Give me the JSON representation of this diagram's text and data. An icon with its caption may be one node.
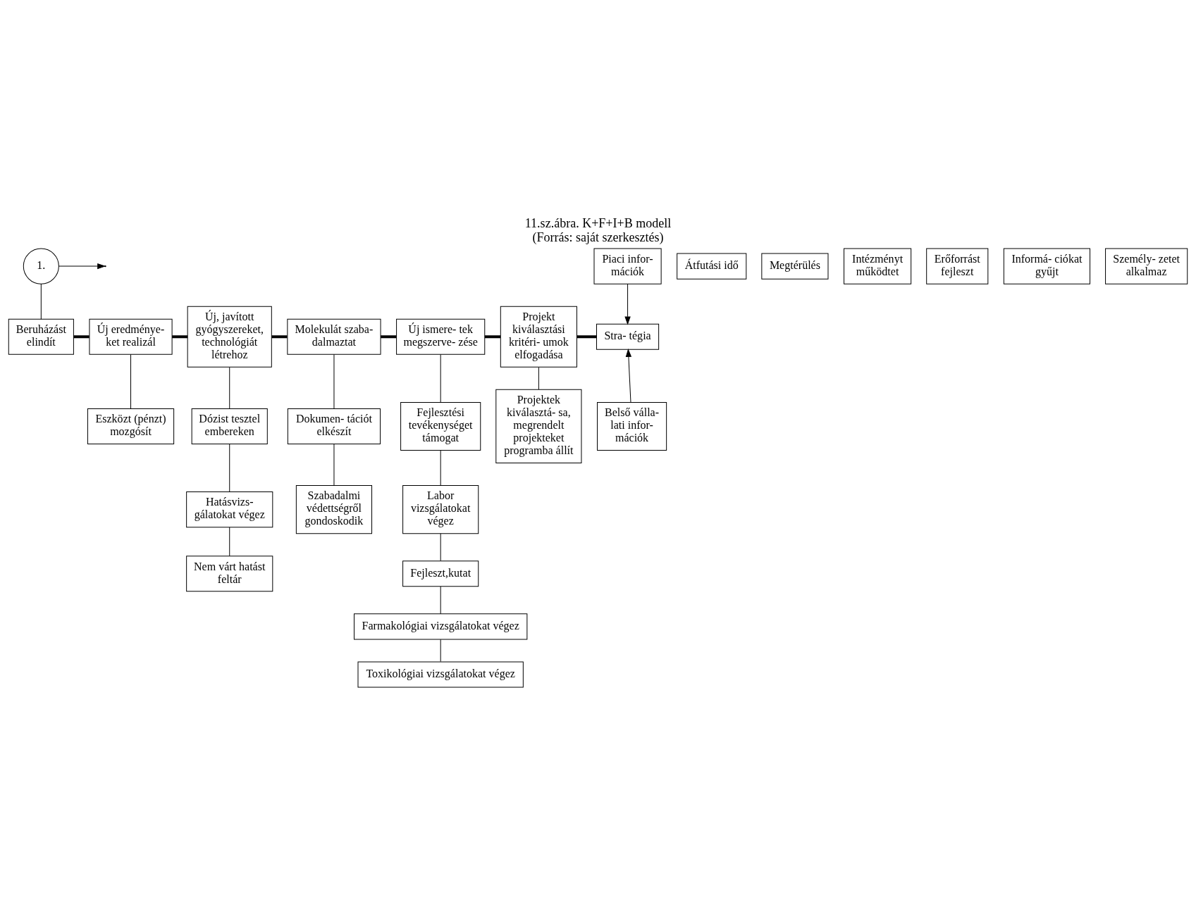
{
  "diagram": {
    "title": "11.sz.ábra. K+F+I+B modell",
    "caption": "(Forrás: saját szerkesztés)",
    "nodes": [
      {
        "text": [
          "1."
        ]
      },
      {
        "text": [
          "Átfutási idő"
        ]
      },
      {
        "text": [
          "Megtérülés"
        ]
      },
      {
        "text": [
          "Intézményt működtet"
        ]
      },
      {
        "text": [
          "Informá- ciókat gyűjt"
        ]
      },
      {
        "text": [
          "Piaci infor- mációk"
        ]
      },
      {
        "text": [
          "Erőforrást fejleszt"
        ]
      },
      {
        "text": [
          "Személy- zetet alkalmaz"
        ]
      },
      {
        "text": [
          "Beruházást elindít"
        ]
      },
      {
        "text": [
          "Új eredménye- ket realizál"
        ]
      },
      {
        "text": [
          "Új, javított gyógyszereket, technológiát létrehoz"
        ]
      },
      {
        "text": [
          "Molekulát szaba- dalmaztat"
        ]
      },
      {
        "text": [
          "Új ismere- tek megszerve- zése"
        ]
      },
      {
        "text": [
          "Projekt kiválasztási kritéri- umok elfogadása"
        ]
      },
      {
        "text": [
          "Stra- tégia"
        ]
      },
      {
        "text": [
          "Eszközt (pénzt) mozgósít"
        ]
      },
      {
        "text": [
          "Dózist tesztel embereken"
        ]
      },
      {
        "text": [
          "Dokumen- tációt elkészít"
        ]
      },
      {
        "text": [
          "Fejlesztési tevékenységet támogat"
        ]
      },
      {
        "text": [
          "Projektek kiválasztá- sa, megrendelt projekteket programba állít"
        ]
      },
      {
        "text": [
          "Belső válla- lati infor- mációk"
        ]
      },
      {
        "text": [
          "Hatásvizs- gálatokat végez"
        ]
      },
      {
        "text": [
          "Szabadalmi védettségről gondoskodik"
        ]
      },
      {
        "text": [
          "Labor vizsgálatokat végez"
        ]
      },
      {
        "text": [
          "Fejleszt,kutat"
        ]
      },
      {
        "text": [
          "Nem várt hatást feltár"
        ]
      },
      {
        "text": [
          "Farmakológiai vizsgálatokat végez"
        ]
      },
      {
        "text": [
          "Toxikológiai vizsgálatokat végez"
        ]
      }
    ],
    "edges": [
      {
        "from": 0,
        "to": null,
        "arrow": "to"
      },
      {
        "from": 0,
        "to": 8,
        "arrow": "none"
      },
      {
        "from": 8,
        "to": 9,
        "arrow": "none",
        "style": "thick"
      },
      {
        "from": 9,
        "to": 10,
        "arrow": "none",
        "style": "thick"
      },
      {
        "from": 10,
        "to": 11,
        "arrow": "none",
        "style": "thick"
      },
      {
        "from": 11,
        "to": 12,
        "arrow": "none",
        "style": "thick"
      },
      {
        "from": 12,
        "to": 13,
        "arrow": "none",
        "style": "thick"
      },
      {
        "from": 13,
        "to": 14,
        "arrow": "none",
        "style": "thick"
      },
      {
        "from": 5,
        "to": 14,
        "arrow": "to"
      },
      {
        "from": 20,
        "to": 14,
        "arrow": "to"
      },
      {
        "from": 9,
        "to": 15,
        "arrow": "none"
      },
      {
        "from": 10,
        "to": 16,
        "arrow": "none"
      },
      {
        "from": 16,
        "to": 21,
        "arrow": "none"
      },
      {
        "from": 21,
        "to": 25,
        "arrow": "none"
      },
      {
        "from": 11,
        "to": 17,
        "arrow": "none"
      },
      {
        "from": 17,
        "to": 22,
        "arrow": "none"
      },
      {
        "from": 12,
        "to": 18,
        "arrow": "none"
      },
      {
        "from": 18,
        "to": 23,
        "arrow": "none"
      },
      {
        "from": 23,
        "to": 24,
        "arrow": "none"
      },
      {
        "from": 24,
        "to": 26,
        "arrow": "none"
      },
      {
        "from": 26,
        "to": 27,
        "arrow": "none"
      },
      {
        "from": 13,
        "to": 19,
        "arrow": "none"
      }
    ]
  }
}
